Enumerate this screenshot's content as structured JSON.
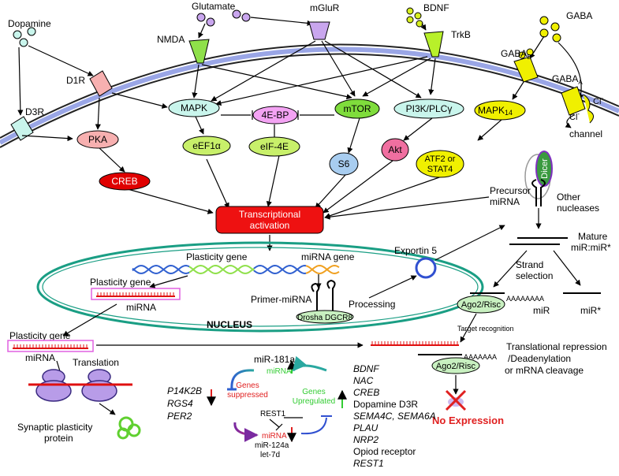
{
  "ligands": {
    "dopamine": "Dopamine",
    "glutamate": "Glutamate",
    "mglur": "mGluR",
    "bdnf": "BDNF",
    "gaba": "GABA"
  },
  "receptors": {
    "nmda": "NMDA",
    "d1r": "D1R",
    "d3r": "D3R",
    "trkb": "TrkB",
    "gabab": "GABA",
    "gabab_sub": "B",
    "gabaa": "GABA",
    "gabaa_sub": "A",
    "cl_channel": "Cl",
    "cl_channel_sup": "-",
    "cl_inner": "Cl",
    "cl_inner_sup": "-",
    "channel": "channel"
  },
  "nodes": {
    "pka": "PKA",
    "mapk": "MAPK",
    "fourebp": "4E-BP",
    "mtor": "mTOR",
    "pi3k": "PI3K/PLCγ",
    "mapk14": "MAPK",
    "mapk14_sub": "14",
    "eef1a": "eEF1α",
    "eif4e": "eIF-4E",
    "s6": "S6",
    "akt": "Akt",
    "atf2_line1": "ATF2 or",
    "atf2_line2": "STAT4",
    "creb": "CREB",
    "transcription_line1": "Transcriptional",
    "transcription_line2": "activation"
  },
  "nucleus": {
    "label": "NUCLEUS",
    "plasticity_gene": "Plasticity gene",
    "mirna_gene": "miRNA gene",
    "plasticity_gene_inner": "Plasticity gene",
    "mirna_inner": "miRNA",
    "primer_mirna": "Primer-miRNA",
    "drosha": "Drosha DGCR8",
    "processing": "Processing"
  },
  "export": {
    "exportin": "Exportin 5",
    "precursor_line1": "Precursor",
    "precursor_line2": "miRNA",
    "dicer": "Dicer",
    "other_line1": "Other",
    "other_line2": "nucleases",
    "mature_line1": "Mature",
    "mature_line2": "miR:miR*",
    "strand_line1": "Strand",
    "strand_line2": "selection",
    "ago_top": "Ago2/Risc",
    "tail_top": "AAAAAAAA",
    "mir": "miR",
    "mir_star": "miR*",
    "target_recognition": "Target   recognition",
    "ago_bottom": "Ago2/Risc",
    "tail_bottom": "AAAAAAA",
    "repression_line1": "Translational repression",
    "repression_line2": "/Deadenylation",
    "repression_line3": "or mRNA cleavage",
    "no_expression": "No Expression"
  },
  "cytoplasm": {
    "plasticity_gene": "Plasticity gene",
    "mirna": "miRNA",
    "translation": "Translation",
    "synaptic_line1": "Synaptic plasticity",
    "synaptic_line2": "protein"
  },
  "loop": {
    "mir181a": "miR-181a",
    "mirna_top": "miRNA",
    "genes_suppressed_line1": "Genes",
    "genes_suppressed_line2": "suppressed",
    "genes_upregulated_line1": "Genes",
    "genes_upregulated_line2": "Upregulated",
    "rest1": "REST1",
    "mirna_bottom": "miRNA",
    "mir124a": "miR-124a",
    "let7d": "let-7d",
    "suppressed_genes": [
      "P14K2B",
      "RGS4",
      "PER2"
    ],
    "upregulated_genes": [
      {
        "text": "BDNF",
        "italic": true
      },
      {
        "text": "NAC",
        "italic": true
      },
      {
        "text": "CREB",
        "italic": true
      },
      {
        "text": "Dopamine D3R",
        "italic": false
      },
      {
        "text": "SEMA4C, SEMA6A",
        "italic": true
      },
      {
        "text": "PLAU",
        "italic": true
      },
      {
        "text": "NRP2",
        "italic": true
      },
      {
        "text": "Opiod receptor",
        "italic": false
      },
      {
        "text": "REST1",
        "italic": true
      }
    ]
  },
  "colors": {
    "membrane": "#9aa6e6",
    "receptor_green": "#8fe04a",
    "receptor_yellow": "#f0f000",
    "receptor_pink": "#f7b0b0",
    "receptor_cyan": "#c9f5ec",
    "mapk": "#c9f5ec",
    "fourebp": "#f3a3f3",
    "mtor": "#7fdc3c",
    "pi3k": "#c9f5ec",
    "mapk14": "#f0f000",
    "eef1a": "#c8f06a",
    "eif4e": "#c8f06a",
    "s6": "#a8cdf0",
    "akt": "#f06fa0",
    "atf2": "#f0f000",
    "creb": "#e00000",
    "pka": "#f7b0b0",
    "transcription": "#ee1111",
    "nucleus": "#1a9e84",
    "ago": "#c8f0c0",
    "suppressed": "#e02020",
    "upregulated": "#33cc33",
    "no_expression": "#e02020"
  }
}
